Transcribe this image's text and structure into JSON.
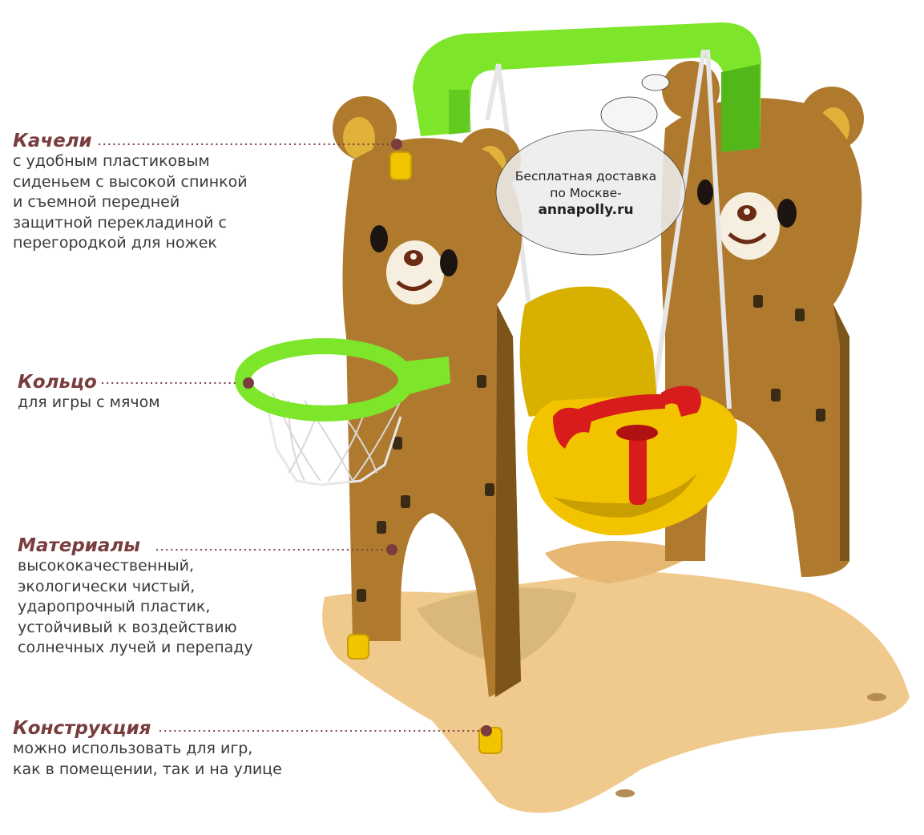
{
  "callouts": [
    {
      "id": "swing",
      "title": "Качели",
      "description": "с удобным пластиковым\nсиденьем с высокой спинкой\nи съемной передней\nзащитной перекладиной с\nперегородкой для ножек"
    },
    {
      "id": "hoop",
      "title": "Кольцо",
      "description": "для игры с мячом"
    },
    {
      "id": "materials",
      "title": "Материалы",
      "description": "высококачественный,\nэкологически чистый,\nударопрочный пластик,\nустойчивый к воздействию\nсолнечных лучей и перепаду"
    },
    {
      "id": "construction",
      "title": "Конструкция",
      "description": "можно использовать для игр,\nкак в помещении, так и на улице"
    }
  ],
  "bubble": {
    "line1": "Бесплатная доставка",
    "line2": "по Москве-",
    "site": "annapolly.ru"
  },
  "colors": {
    "frame_brown": "#b07a2e",
    "frame_dark": "#7d5419",
    "top_bar_green": "#7ee62a",
    "seat_yellow": "#f2c400",
    "handle_red": "#d81c1c",
    "base_beige": "#f0c98c",
    "callout_title": "#7a3d3d",
    "leader_dot": "#7a3d3d"
  }
}
